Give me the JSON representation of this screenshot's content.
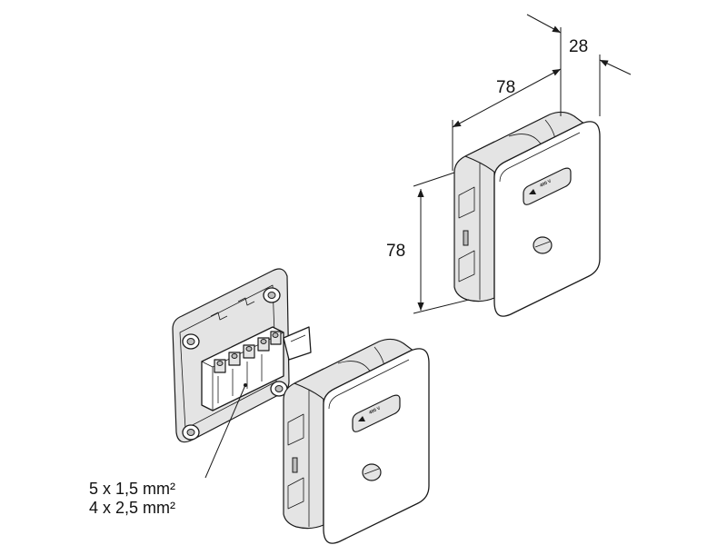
{
  "dimensions": {
    "depth": "28",
    "width": "78",
    "height": "78"
  },
  "box_label": {
    "voltage": "400 V"
  },
  "cable_spec": {
    "line1": "5 x 1,5 mm²",
    "line2": "4 x 2,5 mm²"
  }
}
